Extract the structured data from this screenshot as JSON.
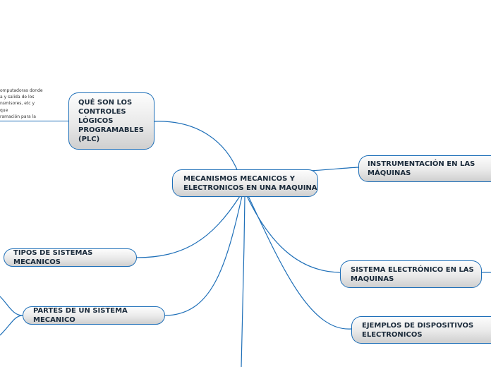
{
  "colors": {
    "line": "#1e6fb8",
    "node_border": "#1e6fb8",
    "text": "#1a2a3a"
  },
  "central": {
    "label": "MECANISMOS MECANICOS Y\nELECTRONICOS EN UNA MAQUINA"
  },
  "left_branches": {
    "plc": {
      "label": "QUÉ SON LOS\nCONTROLES\nLÓGICOS\nPROGRAMABLES\n(PLC)"
    },
    "tipos": {
      "label": "TIPOS DE SISTEMAS MECANICOS"
    },
    "partes": {
      "label": "PARTES DE UN SISTEMA MECANICO"
    }
  },
  "right_branches": {
    "instrumentacion": {
      "label": "INSTRUMENTACIÓN EN LAS\nMÁQUINAS"
    },
    "sistema_electronico": {
      "label": "SISTEMA ELECTRÓNICO EN LAS\nMAQUINAS"
    },
    "ejemplos": {
      "label": "EJEMPLOS DE DISPOSITIVOS\nELECTRONICOS"
    }
  },
  "plc_note": {
    "text": "omputadoras donde\na y salida de los\nnsmisores, etc y que\nramación para la"
  }
}
